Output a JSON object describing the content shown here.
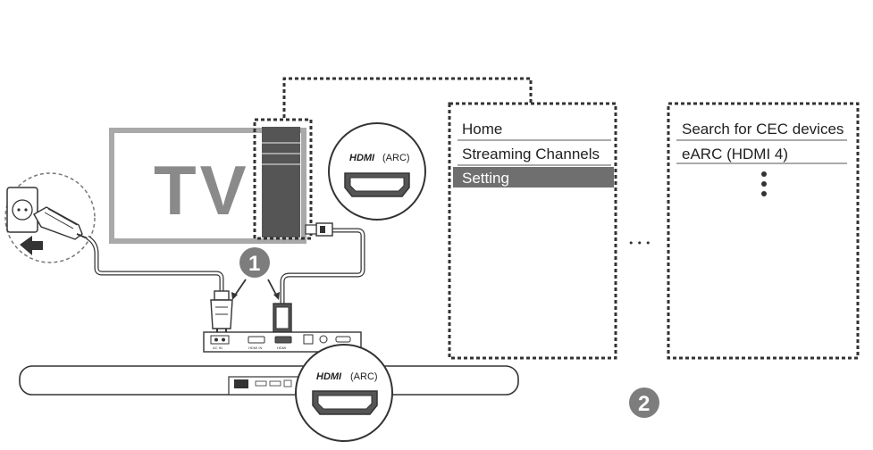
{
  "tv": {
    "label": "TV"
  },
  "hdmi_callout_tv": {
    "brand": "HDMI",
    "suffix": "(ARC)"
  },
  "hdmi_callout_bar": {
    "brand": "HDMI",
    "suffix": "(ARC)"
  },
  "step1": {
    "number": "1"
  },
  "step2": {
    "number": "2"
  },
  "menu_main": {
    "items": [
      "Home",
      "Streaming Channels",
      "Setting"
    ],
    "selected_index": 2
  },
  "menu_sub": {
    "items": [
      "Search for CEC devices",
      "eARC (HDMI 4)"
    ],
    "more_indicator": "⋮"
  },
  "ellipsis": "•••",
  "colors": {
    "selected_bg": "#6f6f6f",
    "step_circle": "#7d7d7d",
    "tv_frame": "#a9a9a9",
    "line": "#333333"
  }
}
